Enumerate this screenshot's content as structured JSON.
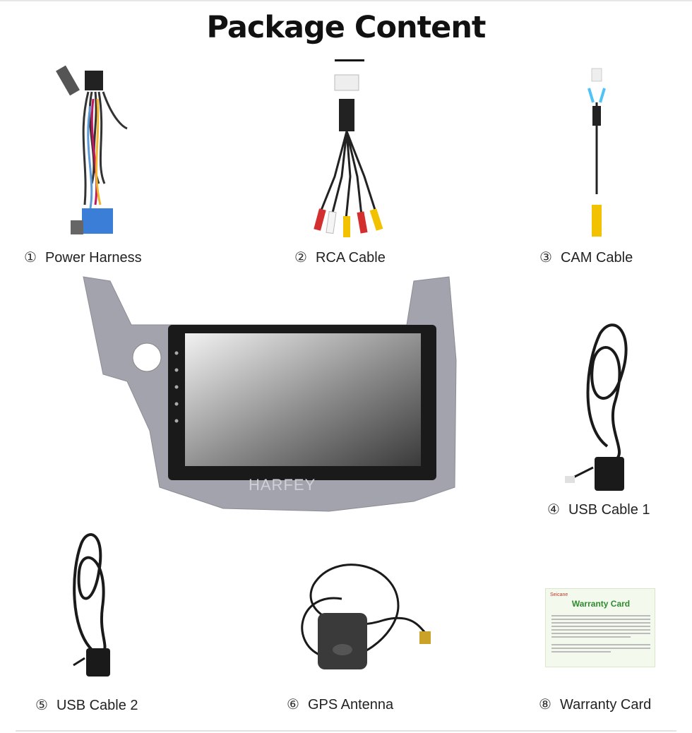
{
  "title": "Package Content",
  "items": [
    {
      "num": "①",
      "label": "Power Harness"
    },
    {
      "num": "②",
      "label": "RCA Cable"
    },
    {
      "num": "③",
      "label": "CAM Cable"
    },
    {
      "num": "④",
      "label": "USB Cable 1"
    },
    {
      "num": "⑤",
      "label": "USB Cable 2"
    },
    {
      "num": "⑥",
      "label": "GPS Antenna"
    },
    {
      "num": "⑧",
      "label": "Warranty Card"
    }
  ],
  "radio": {
    "brand_watermark": "HARFEY",
    "frame_color": "#9a9aa6",
    "screen_color": "#1a1a1a"
  },
  "warranty_card": {
    "brand": "Seicane",
    "heading": "Warranty Card",
    "accent": "#2e8b2e"
  }
}
